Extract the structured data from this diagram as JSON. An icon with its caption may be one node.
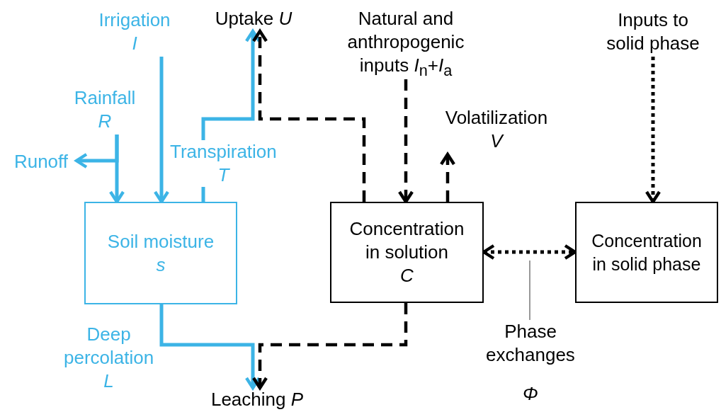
{
  "diagram": {
    "nodes": [
      {
        "text": [
          "Irrigation",
          "I"
        ]
      },
      {
        "text": [
          "Rainfall",
          "R"
        ]
      },
      {
        "text": [
          "Runoff"
        ]
      },
      {
        "text": [
          "Soil moisture",
          "s"
        ]
      },
      {
        "text": [
          "Uptake *U*"
        ]
      },
      {
        "text": [
          "Natural and anthropogenic inputs *I*$_{n}$+*I*$_{a}$"
        ]
      },
      {
        "text": [
          "Volatilization",
          "V"
        ]
      },
      {
        "text": [
          "Concentration in solution",
          "C"
        ]
      },
      {
        "text": [
          "Inputs to solid phase"
        ]
      },
      {
        "text": [
          "Concentration in solid phase"
        ]
      },
      {
        "text": [
          "Leaching *P*"
        ]
      },
      {
        "text": [
          "Phase exchanges",
          "Φ"
        ]
      }
    ],
    "edges": [
      {
        "from": 0,
        "to": 3,
        "arrow": "to",
        "color": "#3cb4e6"
      },
      {
        "from": 1,
        "to": 3,
        "arrow": "to",
        "color": "#3cb4e6"
      },
      {
        "from": 1,
        "to": 2,
        "arrow": "to",
        "color": "#3cb4e6"
      },
      {
        "from": 3,
        "to": 4,
        "arrow": "to",
        "color": "#3cb4e6",
        "label": "Transpiration *T*"
      },
      {
        "from": 3,
        "to": 10,
        "arrow": "to",
        "color": "#3cb4e6",
        "label": "Deep percolation *L*"
      },
      {
        "from": 7,
        "to": 4,
        "arrow": "to",
        "style": "dashed"
      },
      {
        "from": 5,
        "to": 7,
        "arrow": "to",
        "style": "dashed"
      },
      {
        "from": 7,
        "to": 6,
        "arrow": "to",
        "style": "dashed"
      },
      {
        "from": 7,
        "to": 10,
        "arrow": "to",
        "style": "dashed"
      },
      {
        "from": 8,
        "to": 9,
        "arrow": "to",
        "style": "dashed"
      },
      {
        "from": 7,
        "to": 9,
        "arrow": "both",
        "style": "dashed"
      },
      {
        "from": 11,
        "to": null,
        "arrow": "none",
        "color": "#555555"
      }
    ]
  }
}
